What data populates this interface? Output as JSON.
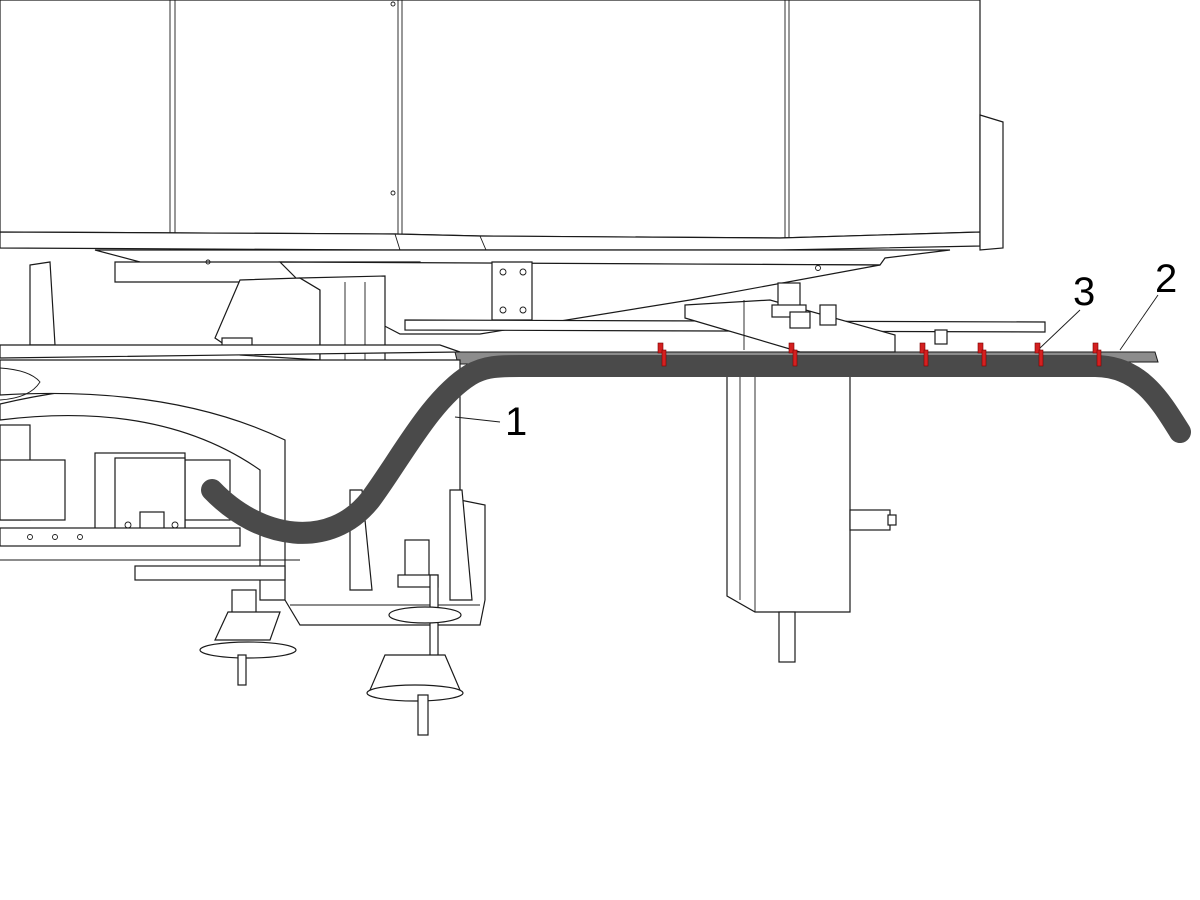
{
  "colors": {
    "hose": "#4a4a4a",
    "tray": "#8c8c8c",
    "clip": "#d42020",
    "line": "#1a1a1a"
  },
  "callouts": {
    "one": "1",
    "two": "2",
    "three": "3"
  }
}
